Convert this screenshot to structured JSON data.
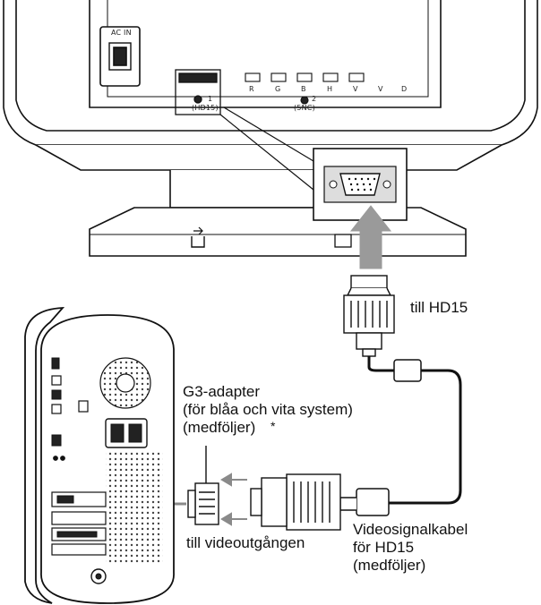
{
  "monitor": {
    "ac_in_label": "AC IN",
    "input1_label": "1",
    "input1_sub": "(HD15)",
    "input2_label": "2",
    "input2_sub": "(5NC)",
    "bnc_letters": [
      "R",
      "G",
      "B",
      "H",
      "V",
      "V",
      "D"
    ]
  },
  "labels": {
    "till_hd15": "till HD15",
    "g3_adapter_line1": "G3-adapter",
    "g3_adapter_line2": "(för blåa och vita system)",
    "g3_adapter_line3": "(medföljer)",
    "asterisk": "*",
    "till_videoutgangen": "till videoutgången",
    "cable_line1": "Videosignalkabel",
    "cable_line2": "för HD15",
    "cable_line3": "(medföljer)"
  }
}
